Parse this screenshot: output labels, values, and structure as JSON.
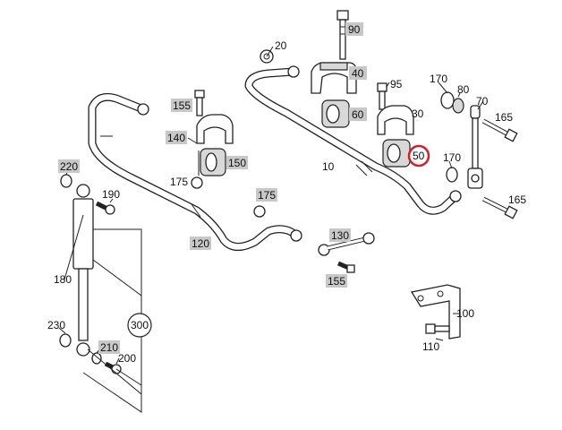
{
  "callouts": [
    {
      "id": "c90",
      "text": "90",
      "highlighted": true
    },
    {
      "id": "c20",
      "text": "20",
      "highlighted": false
    },
    {
      "id": "c40",
      "text": "40",
      "highlighted": true
    },
    {
      "id": "c95",
      "text": "95",
      "highlighted": false
    },
    {
      "id": "c170a",
      "text": "170",
      "highlighted": false
    },
    {
      "id": "c80",
      "text": "80",
      "highlighted": false
    },
    {
      "id": "c70",
      "text": "70",
      "highlighted": false
    },
    {
      "id": "c155a",
      "text": "155",
      "highlighted": true
    },
    {
      "id": "c60",
      "text": "60",
      "highlighted": true
    },
    {
      "id": "c30",
      "text": "30",
      "highlighted": false
    },
    {
      "id": "c165a",
      "text": "165",
      "highlighted": false
    },
    {
      "id": "c140",
      "text": "140",
      "highlighted": true
    },
    {
      "id": "c150",
      "text": "150",
      "highlighted": true
    },
    {
      "id": "c50",
      "text": "50",
      "highlighted": false,
      "circled": true
    },
    {
      "id": "c10",
      "text": "10",
      "highlighted": false
    },
    {
      "id": "c170b",
      "text": "170",
      "highlighted": false
    },
    {
      "id": "c220",
      "text": "220",
      "highlighted": true
    },
    {
      "id": "c175a",
      "text": "175",
      "highlighted": false
    },
    {
      "id": "c190",
      "text": "190",
      "highlighted": false
    },
    {
      "id": "c175b",
      "text": "175",
      "highlighted": true
    },
    {
      "id": "c165b",
      "text": "165",
      "highlighted": false
    },
    {
      "id": "c120",
      "text": "120",
      "highlighted": true
    },
    {
      "id": "c130",
      "text": "130",
      "highlighted": true
    },
    {
      "id": "c155b",
      "text": "155",
      "highlighted": true
    },
    {
      "id": "c180",
      "text": "180",
      "highlighted": false
    },
    {
      "id": "c100",
      "text": "100",
      "highlighted": false
    },
    {
      "id": "c300",
      "text": "300",
      "highlighted": false,
      "circled": true
    },
    {
      "id": "c230",
      "text": "230",
      "highlighted": false
    },
    {
      "id": "c110",
      "text": "110",
      "highlighted": false
    },
    {
      "id": "c210",
      "text": "210",
      "highlighted": true
    },
    {
      "id": "c200",
      "text": "200",
      "highlighted": false
    }
  ],
  "colors": {
    "highlight": "#c8c8c8",
    "circle_red": "#d0202a",
    "line": "#222222",
    "background": "#ffffff"
  }
}
